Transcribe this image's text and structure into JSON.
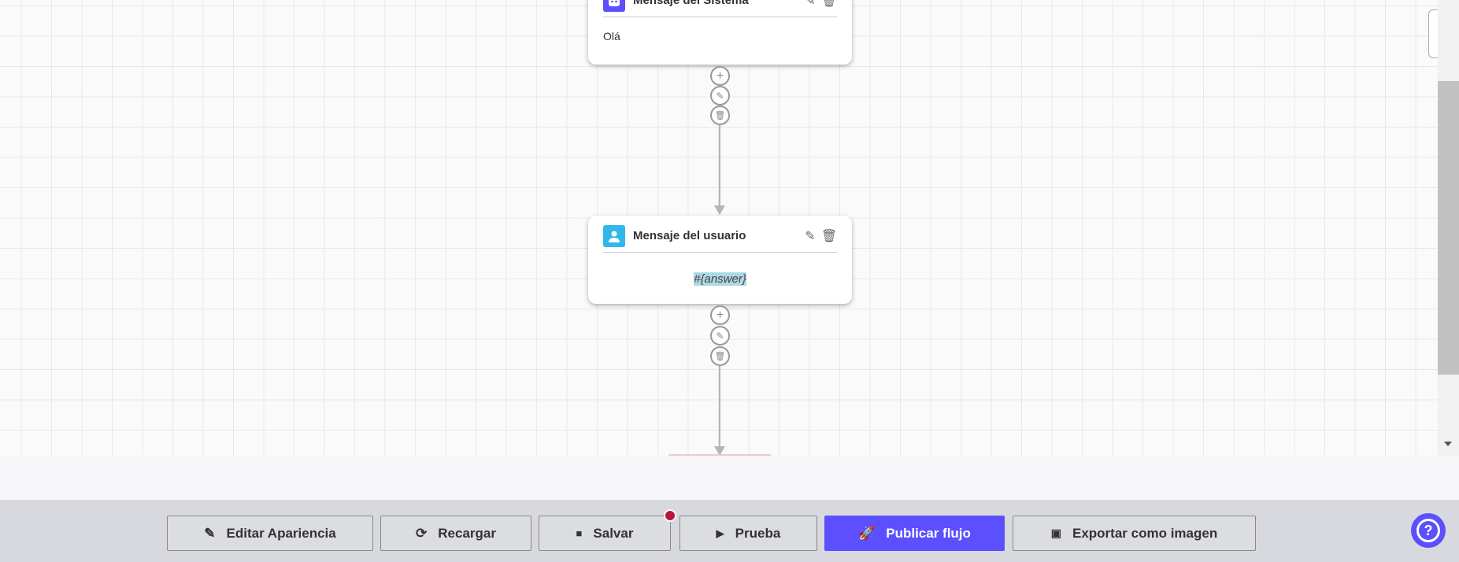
{
  "nodes": [
    {
      "title": "Mensaje del Sistema",
      "icon": "robot-icon",
      "color": "#5b4ffe",
      "content": "Olá"
    },
    {
      "title": "Mensaje del usuario",
      "icon": "user-icon",
      "color": "#2fb9e8",
      "content": "#{answer}"
    }
  ],
  "toolbar": {
    "edit_appearance": "Editar Apariencia",
    "reload": "Recargar",
    "save": "Salvar",
    "test": "Prueba",
    "publish": "Publicar flujo",
    "export": "Exportar como imagen"
  },
  "colors": {
    "accent": "#5b4ffe",
    "unsaved_dot": "#b5163a"
  }
}
